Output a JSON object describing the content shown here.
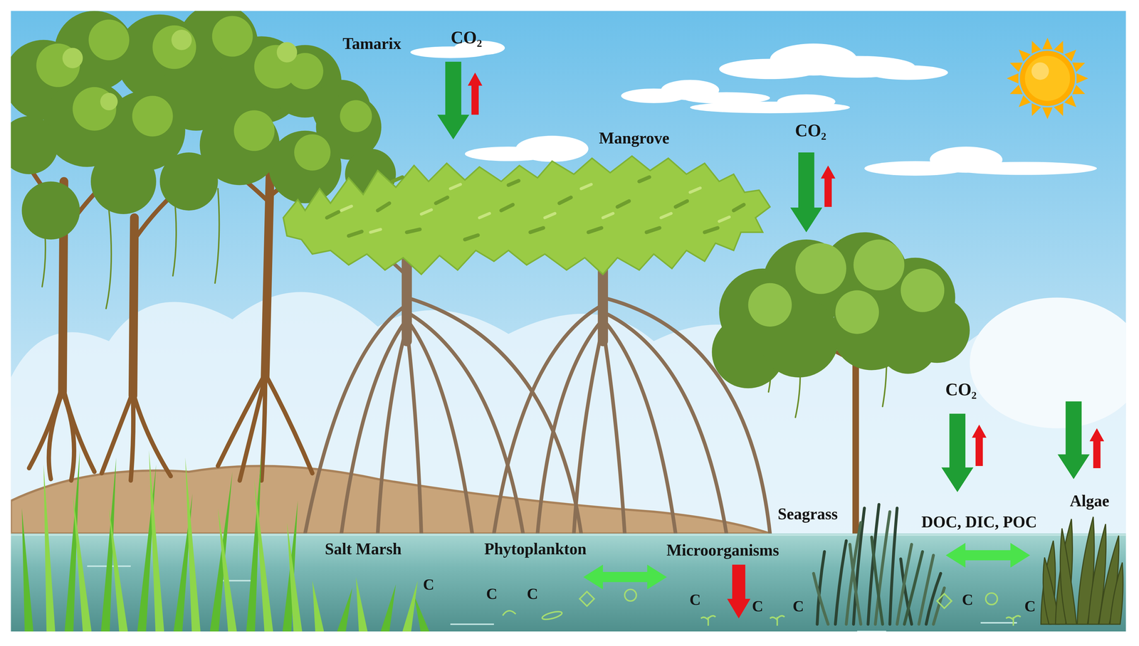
{
  "diagram": {
    "labels": [
      "Tamarix",
      "CO₂",
      "Mangrove",
      "CO₂",
      "CO₂",
      "Algae",
      "Seagrass",
      "DOC, DIC, POC",
      "Salt Marsh",
      "Phytoplankton",
      "Microorganisms",
      "C",
      "C",
      "C",
      "C",
      "C",
      "C",
      "C",
      "C"
    ]
  }
}
